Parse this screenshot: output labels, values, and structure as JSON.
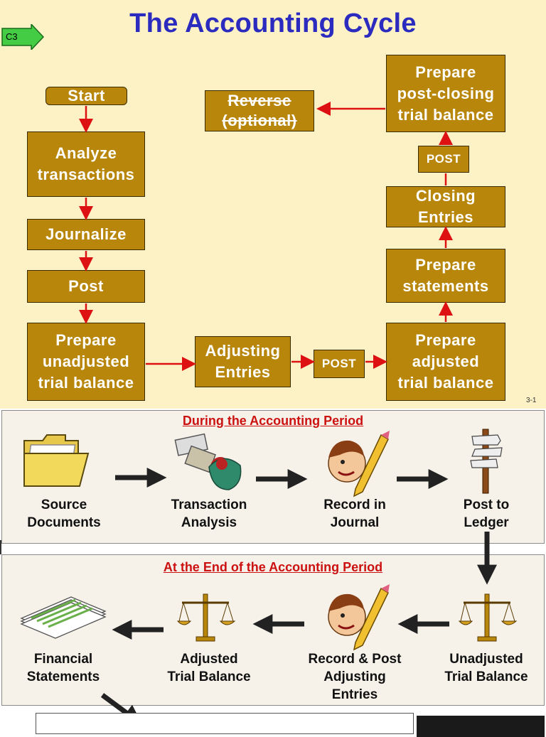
{
  "slide": {
    "title": "The Accounting Cycle",
    "badge": "C3",
    "page_number": "3-1",
    "boxes": {
      "start": "Start",
      "analyze": "Analyze\ntransactions",
      "journalize": "Journalize",
      "post": "Post",
      "unadjusted": "Prepare\nunadjusted\ntrial balance",
      "adjusting": "Adjusting\nEntries",
      "post_tag_1": "POST",
      "adjusted": "Prepare\nadjusted\ntrial balance",
      "statements": "Prepare\nstatements",
      "closing": "Closing\nEntries",
      "post_tag_2": "POST",
      "post_closing": "Prepare\npost-closing\ntrial balance",
      "reverse": "Reverse\n(optional)"
    },
    "colors": {
      "box_fill": "#b8860b",
      "arrow": "#dd1111",
      "title": "#2b2bbf",
      "background": "#fdf2c6"
    }
  },
  "diagram": {
    "during": {
      "title": "During the Accounting Period",
      "steps": [
        "Source\nDocuments",
        "Transaction\nAnalysis",
        "Record in\nJournal",
        "Post to\nLedger"
      ],
      "icons": [
        "folder-icon",
        "desk-worker-icon",
        "pencil-writer-icon",
        "signpost-icon"
      ]
    },
    "end": {
      "title": "At the End of the Accounting Period",
      "steps": [
        "Financial\nStatements",
        "Adjusted\nTrial Balance",
        "Record & Post\nAdjusting\nEntries",
        "Unadjusted\nTrial Balance"
      ],
      "icons": [
        "paper-stack-icon",
        "scale-icon",
        "pencil-writer-icon",
        "scale-icon"
      ]
    },
    "colors": {
      "panel_title": "#cc1111",
      "arrow": "#222222"
    }
  }
}
